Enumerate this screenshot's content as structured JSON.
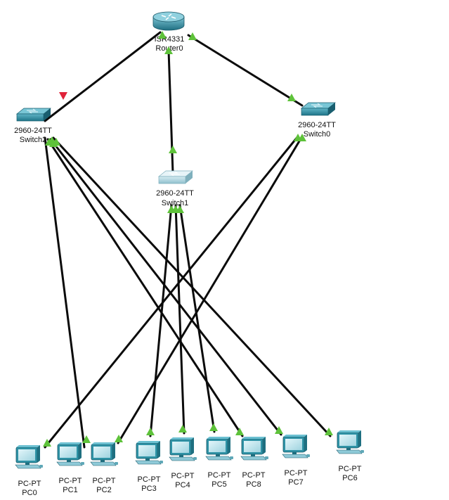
{
  "devices": {
    "router0": {
      "model": "ISR4331",
      "name": "Router0",
      "type": "router"
    },
    "switch2": {
      "model": "2960-24TT",
      "name": "Switch2",
      "type": "switch"
    },
    "switch1": {
      "model": "2960-24TT",
      "name": "Switch1",
      "type": "switch"
    },
    "switch0": {
      "model": "2960-24TT",
      "name": "Switch0",
      "type": "switch"
    },
    "pc0": {
      "model": "PC-PT",
      "name": "PC0",
      "type": "pc"
    },
    "pc1": {
      "model": "PC-PT",
      "name": "PC1",
      "type": "pc"
    },
    "pc2": {
      "model": "PC-PT",
      "name": "PC2",
      "type": "pc"
    },
    "pc3": {
      "model": "PC-PT",
      "name": "PC3",
      "type": "pc"
    },
    "pc4": {
      "model": "PC-PT",
      "name": "PC4",
      "type": "pc"
    },
    "pc5": {
      "model": "PC-PT",
      "name": "PC5",
      "type": "pc"
    },
    "pc8": {
      "model": "PC-PT",
      "name": "PC8",
      "type": "pc"
    },
    "pc7": {
      "model": "PC-PT",
      "name": "PC7",
      "type": "pc"
    },
    "pc6": {
      "model": "PC-PT",
      "name": "PC6",
      "type": "pc"
    }
  },
  "links": [
    {
      "from": "router0",
      "to": "switch2",
      "from_status": "up",
      "to_status": "down"
    },
    {
      "from": "router0",
      "to": "switch1",
      "from_status": "up",
      "to_status": "up"
    },
    {
      "from": "router0",
      "to": "switch0",
      "from_status": "up",
      "to_status": "up"
    },
    {
      "from": "switch2",
      "to": "pc1",
      "from_status": "up",
      "to_status": "up"
    },
    {
      "from": "switch2",
      "to": "pc8",
      "from_status": "up",
      "to_status": "up"
    },
    {
      "from": "switch2",
      "to": "pc7",
      "from_status": "up",
      "to_status": "up"
    },
    {
      "from": "switch2",
      "to": "pc6",
      "from_status": "up",
      "to_status": "up"
    },
    {
      "from": "switch1",
      "to": "pc3",
      "from_status": "up",
      "to_status": "up"
    },
    {
      "from": "switch1",
      "to": "pc4",
      "from_status": "up",
      "to_status": "up"
    },
    {
      "from": "switch1",
      "to": "pc5",
      "from_status": "up",
      "to_status": "up"
    },
    {
      "from": "switch0",
      "to": "pc0",
      "from_status": "up",
      "to_status": "up"
    },
    {
      "from": "switch0",
      "to": "pc2",
      "from_status": "up",
      "to_status": "up"
    }
  ],
  "colors": {
    "link": "#0b0b0b",
    "status_up": "#5ec23a",
    "status_down": "#e0233a",
    "device_body": "#2f93a6",
    "switch1_body": "#a9d1dc",
    "screen": "#bfe6ef"
  }
}
